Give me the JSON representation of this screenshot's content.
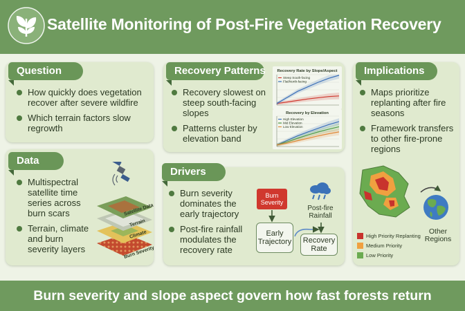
{
  "title": "Satellite Monitoring of Post-Fire Vegetation Recovery",
  "footer": "Burn severity and slope aspect govern how fast forests return",
  "colors": {
    "primary_green": "#6f9a5e",
    "panel_bg": "#e0eacf",
    "burn_red": "#d0382e",
    "high_priority": "#c8332d",
    "medium_priority": "#f0a040",
    "low_priority": "#6bab50"
  },
  "question": {
    "heading": "Question",
    "bullets": [
      "How quickly does vegetation recover after severe wildfire",
      "Which terrain factors slow regrowth"
    ]
  },
  "data_panel": {
    "heading": "Data",
    "bullets": [
      "Multispectral satellite time series across burn scars",
      "Terrain, climate and burn severity layers"
    ],
    "layers": [
      "Satellite Data",
      "Terrain",
      "Climate",
      "Burn Severity"
    ],
    "icon": "satellite-icon"
  },
  "recovery": {
    "heading": "Recovery Patterns",
    "bullets": [
      "Recovery slowest on steep south-facing slopes",
      "Patterns cluster by elevation band"
    ]
  },
  "drivers": {
    "heading": "Drivers",
    "bullets": [
      "Burn severity dominates the early trajectory",
      "Post-fire rainfall modulates the recovery rate"
    ],
    "flow": {
      "burn_severity": "Burn Severity",
      "rainfall": "Post-fire Rainfall",
      "early_trajectory": "Early Trajectory",
      "recovery_rate": "Recovery Rate"
    },
    "icon": "rain-cloud-icon"
  },
  "implications": {
    "heading": "Implications",
    "bullets": [
      "Maps prioritize replanting after fire seasons",
      "Framework transfers to other fire-prone regions"
    ],
    "other_regions": "Other Regions",
    "legend": [
      {
        "label": "High Priority Replanting",
        "color": "#c8332d"
      },
      {
        "label": "Medium Priority",
        "color": "#f0a040"
      },
      {
        "label": "Low Priority",
        "color": "#6bab50"
      }
    ]
  },
  "chart_data": [
    {
      "type": "line",
      "title": "Recovery Rate by Slope/Aspect",
      "series": [
        {
          "name": "Steep South-facing",
          "color": "#d0382e",
          "x": [
            0,
            1,
            2,
            3,
            4,
            5,
            6
          ],
          "values": [
            0.05,
            0.1,
            0.15,
            0.2,
            0.24,
            0.28,
            0.3
          ]
        },
        {
          "name": "Flat/North-facing",
          "color": "#3a6fb8",
          "x": [
            0,
            1,
            2,
            3,
            4,
            5,
            6
          ],
          "values": [
            0.05,
            0.25,
            0.45,
            0.6,
            0.75,
            0.88,
            0.98
          ]
        }
      ]
    },
    {
      "type": "line",
      "title": "Recovery by Elevation",
      "series": [
        {
          "name": "High Elevation",
          "color": "#3a6fb8",
          "x": [
            0,
            1,
            2,
            3,
            4,
            5,
            6
          ],
          "values": [
            0.05,
            0.2,
            0.35,
            0.48,
            0.6,
            0.72,
            0.82
          ]
        },
        {
          "name": "Mid Elevation",
          "color": "#4f9a45",
          "x": [
            0,
            1,
            2,
            3,
            4,
            5,
            6
          ],
          "values": [
            0.05,
            0.15,
            0.27,
            0.38,
            0.48,
            0.57,
            0.65
          ]
        },
        {
          "name": "Low Elevation",
          "color": "#e08a3a",
          "x": [
            0,
            1,
            2,
            3,
            4,
            5,
            6
          ],
          "values": [
            0.05,
            0.11,
            0.19,
            0.27,
            0.35,
            0.42,
            0.48
          ]
        }
      ]
    }
  ]
}
